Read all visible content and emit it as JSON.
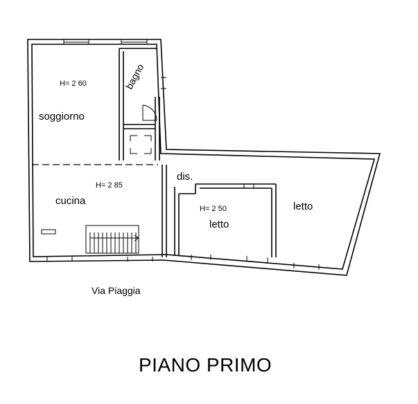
{
  "plan": {
    "rooms": {
      "soggiorno": "soggiorno",
      "bagno": "bagno",
      "cucina": "cucina",
      "dis": "dis.",
      "letto_1": "letto",
      "letto_2": "letto"
    },
    "heights": {
      "soggiorno": "H= 2 60",
      "cucina": "H= 2 85",
      "letto": "H= 2 50"
    },
    "street": "Via Piaggia",
    "title": "PIANO PRIMO"
  }
}
